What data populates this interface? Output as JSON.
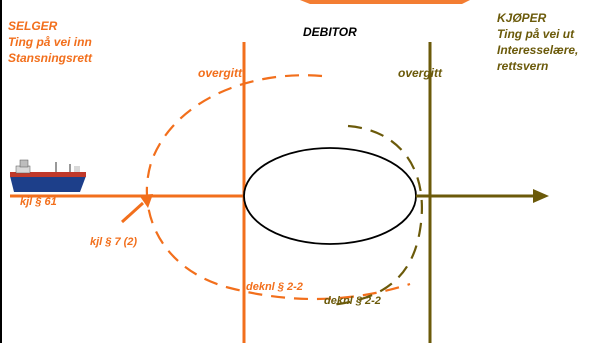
{
  "colors": {
    "orange": "#f26f1c",
    "olive": "#6b5a0a",
    "black": "#000000",
    "ship_hull": "#1d3f8a",
    "ship_deck": "#c0392b"
  },
  "labels": {
    "seller": [
      "SELGER",
      "Ting på vei inn",
      "Stansningsrett"
    ],
    "debitor": "DEBITOR",
    "buyer": [
      "KJØPER",
      "Ting på vei ut",
      "Interesselære,",
      "rettsvern"
    ],
    "overgitt_left": "overgitt",
    "overgitt_right": "overgitt",
    "kjl61": "kjl § 61",
    "kjl72": "kjl § 7 (2)",
    "deknl_left": "deknl § 2-2",
    "deknl_right": "deknl § 2-2"
  },
  "icons": {
    "ship": "ship-icon"
  }
}
